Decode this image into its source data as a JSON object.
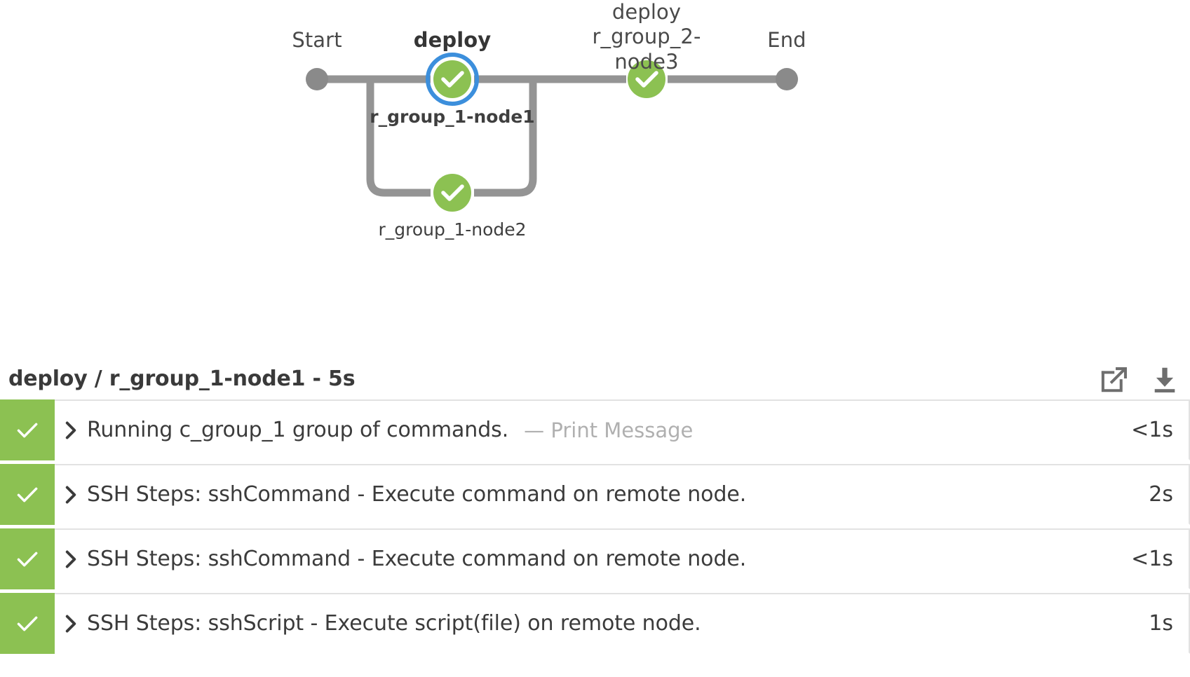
{
  "graph": {
    "start_label": "Start",
    "end_label": "End",
    "stages": [
      {
        "label": "deploy",
        "bold": true
      },
      {
        "label": "deploy r_group_2-\nnode3",
        "bold": false
      }
    ],
    "nodes": [
      {
        "sublabel": "r_group_1-node1",
        "status": "success",
        "selected": true,
        "bold": true
      },
      {
        "sublabel": "r_group_1-node2",
        "status": "success",
        "selected": false,
        "bold": false
      },
      {
        "sublabel": "",
        "status": "success",
        "selected": false,
        "bold": false
      }
    ],
    "colors": {
      "success": "#8cc152",
      "selected_ring": "#3c8fdc",
      "connector": "#949494",
      "terminal_dot": "#8a8a8a"
    }
  },
  "log": {
    "title": "deploy / r_group_1-node1 - 5s",
    "actions": [
      {
        "name": "open-in-new-window",
        "label": "Open in new window"
      },
      {
        "name": "download",
        "label": "Download"
      }
    ],
    "rows": [
      {
        "status": "success",
        "text": "Running c_group_1 group of commands.",
        "subtext": "— Print Message",
        "duration": "<1s"
      },
      {
        "status": "success",
        "text": "SSH Steps: sshCommand - Execute command on remote node.",
        "subtext": "",
        "duration": "2s"
      },
      {
        "status": "success",
        "text": "SSH Steps: sshCommand - Execute command on remote node.",
        "subtext": "",
        "duration": "<1s"
      },
      {
        "status": "success",
        "text": "SSH Steps: sshScript - Execute script(file) on remote node.",
        "subtext": "",
        "duration": "1s"
      }
    ]
  }
}
